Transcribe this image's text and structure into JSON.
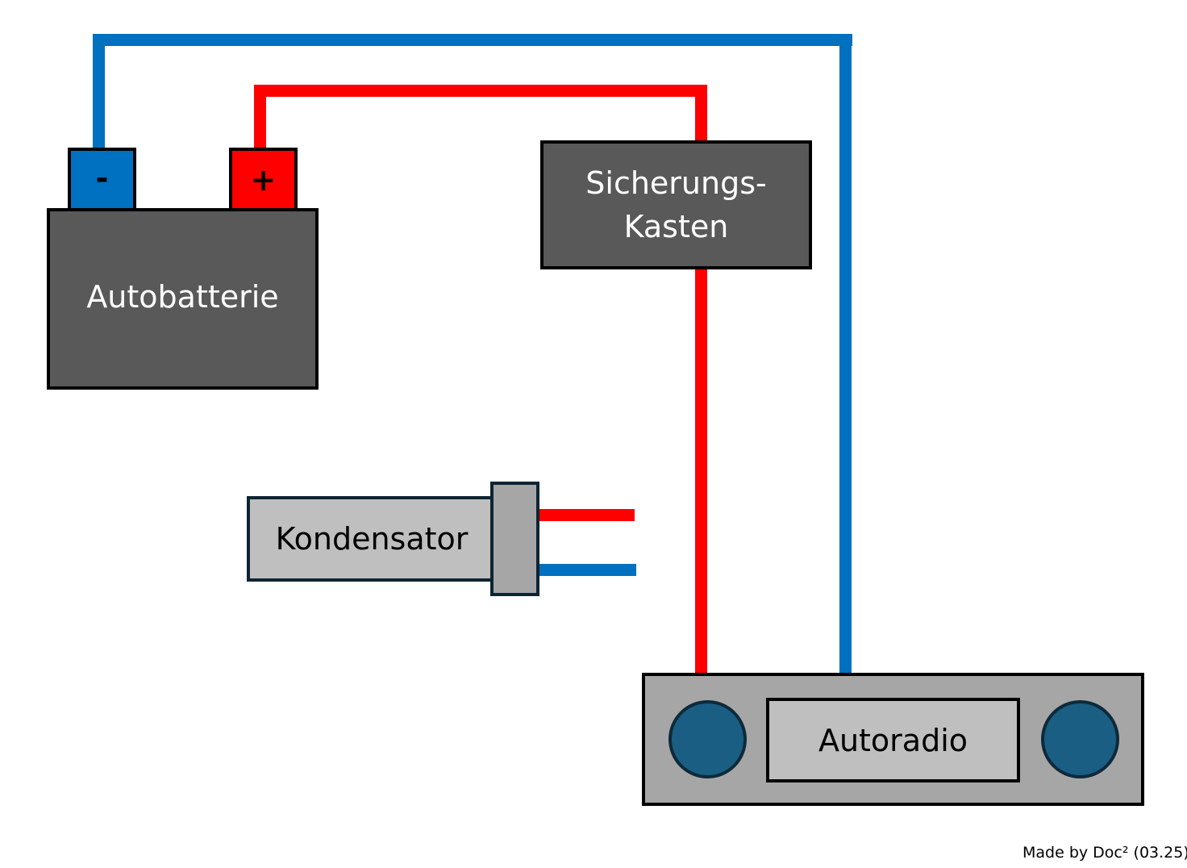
{
  "diagram": {
    "title": "Autoradio Kondensator Verkabelung",
    "components": {
      "battery": {
        "label": "Autobatterie",
        "negative_terminal": "-",
        "positive_terminal": "+"
      },
      "fuse_box": {
        "label_line1": "Sicherungs-",
        "label_line2": "Kasten"
      },
      "capacitor": {
        "label": "Kondensator"
      },
      "radio": {
        "label": "Autoradio"
      }
    },
    "wires": [
      {
        "from": "battery-negative",
        "to": "radio",
        "color": "#0070c0",
        "polarity": "negative"
      },
      {
        "from": "battery-positive",
        "to": "fuse-box",
        "color": "#ff0000",
        "polarity": "positive"
      },
      {
        "from": "fuse-box",
        "to": "radio",
        "color": "#ff0000",
        "polarity": "positive"
      },
      {
        "from": "capacitor",
        "to": "unconnected",
        "color": "#ff0000",
        "polarity": "positive"
      },
      {
        "from": "capacitor",
        "to": "unconnected",
        "color": "#0070c0",
        "polarity": "negative"
      }
    ],
    "colors": {
      "negative": "#0070c0",
      "positive": "#ff0000",
      "dark_box": "#595959",
      "light_box": "#bfbfbf",
      "mid_box": "#a6a6a6",
      "speaker": "#1a5e84"
    },
    "credit": "Made by Doc² (03.25)"
  }
}
